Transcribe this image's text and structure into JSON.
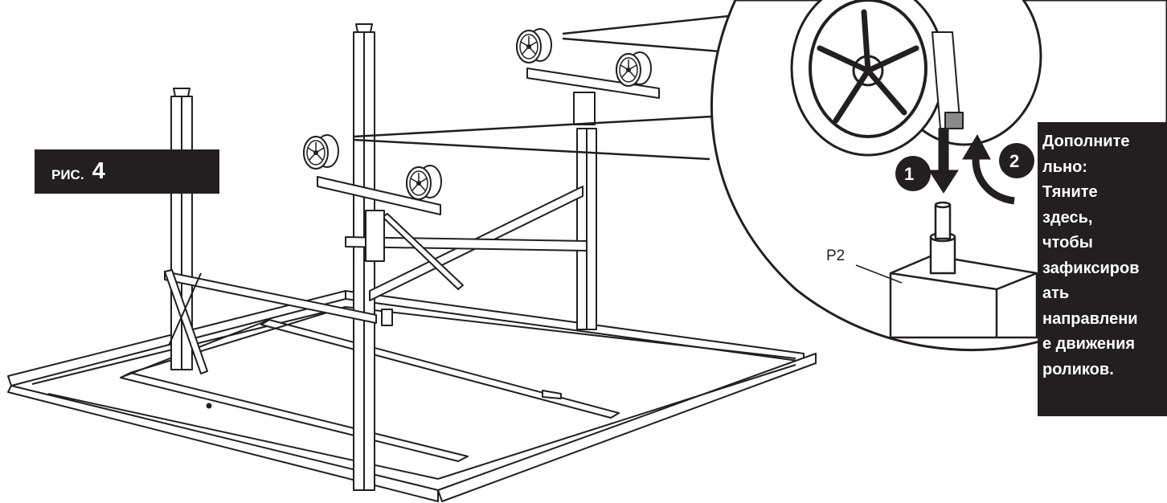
{
  "figure": {
    "label_word": "РИС.",
    "label_number": "4"
  },
  "callout": {
    "note": "Дополните\nльно:\nТяните\nздесь,\nчтобы\nзафиксиров\nать\nнаправлени\nе движения\nроликов.",
    "step1": "1",
    "step2": "2",
    "part_label": "P2"
  },
  "colors": {
    "ink": "#231f20",
    "paper": "#ffffff"
  }
}
